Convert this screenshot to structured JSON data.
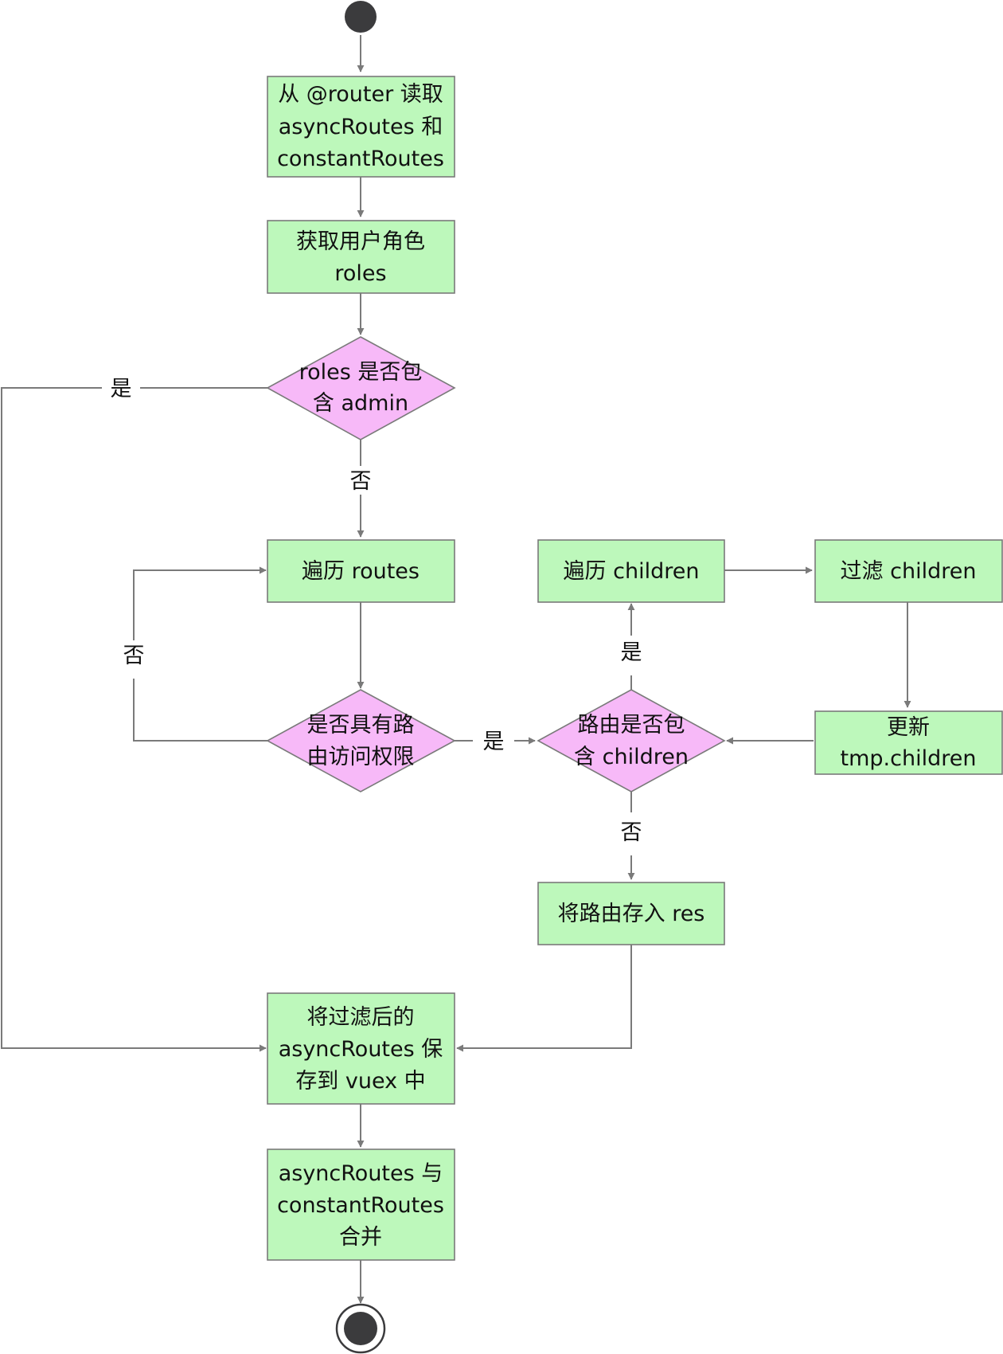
{
  "nodes": {
    "read_routes": [
      "从 @router 读取",
      "asyncRoutes 和",
      "constantRoutes"
    ],
    "get_roles": [
      "获取用户角色",
      "roles"
    ],
    "check_admin": [
      "roles 是否包",
      "含 admin"
    ],
    "iterate_routes": [
      "遍历 routes"
    ],
    "check_permission": [
      "是否具有路",
      "由访问权限"
    ],
    "check_children": [
      "路由是否包",
      "含 children"
    ],
    "iterate_children": [
      "遍历 children"
    ],
    "filter_children": [
      "过滤 children"
    ],
    "update_children": [
      "更新",
      "tmp.children"
    ],
    "push_res": [
      "将路由存入 res"
    ],
    "save_vuex": [
      "将过滤后的",
      "asyncRoutes 保",
      "存到 vuex 中"
    ],
    "merge_routes": [
      "asyncRoutes  与",
      "constantRoutes",
      "合并"
    ]
  },
  "edge_labels": {
    "admin_yes": "是",
    "admin_no": "否",
    "permission_no": "否",
    "permission_yes": "是",
    "children_yes": "是",
    "children_no": "否"
  },
  "colors": {
    "action_fill": "#bdf8bb",
    "decision_fill": "#f7b9f8",
    "edge": "#7a7a7a",
    "node_dark": "#3b3b3d"
  }
}
